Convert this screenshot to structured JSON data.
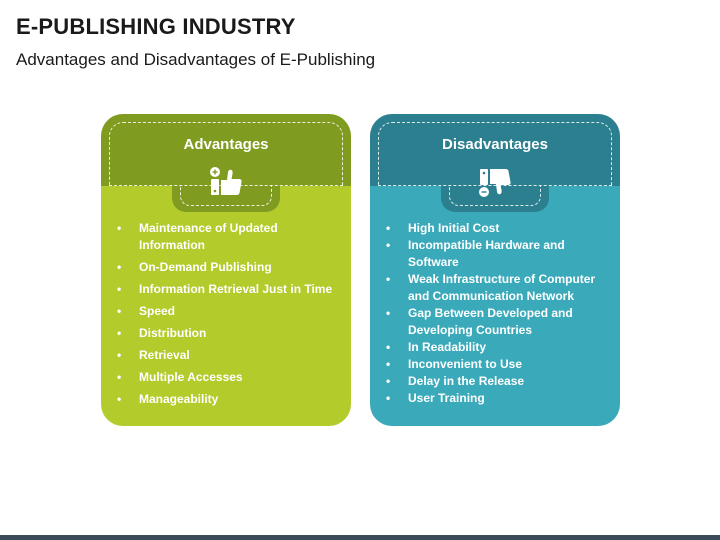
{
  "header": {
    "title": "E-PUBLISHING INDUSTRY",
    "subtitle": "Advantages and Disadvantages of E-Publishing"
  },
  "advantages": {
    "heading": "Advantages",
    "icon": "thumbs-up-icon",
    "color_dark": "#7f9c20",
    "color_light": "#b3cb2b",
    "items": [
      "Maintenance of Updated Information",
      "On-Demand Publishing",
      "Information Retrieval Just in Time",
      "Speed",
      "Distribution",
      "Retrieval",
      "Multiple Accesses",
      "Manageability"
    ]
  },
  "disadvantages": {
    "heading": "Disadvantages",
    "icon": "thumbs-down-icon",
    "color_dark": "#2b7f8f",
    "color_light": "#3aaaba",
    "items": [
      "High Initial Cost",
      "Incompatible Hardware and Software",
      "Weak Infrastructure of Computer and Communication Network",
      "Gap Between Developed and Developing Countries",
      "In Readability",
      "Inconvenient to Use",
      "Delay in the Release",
      "User Training"
    ]
  }
}
